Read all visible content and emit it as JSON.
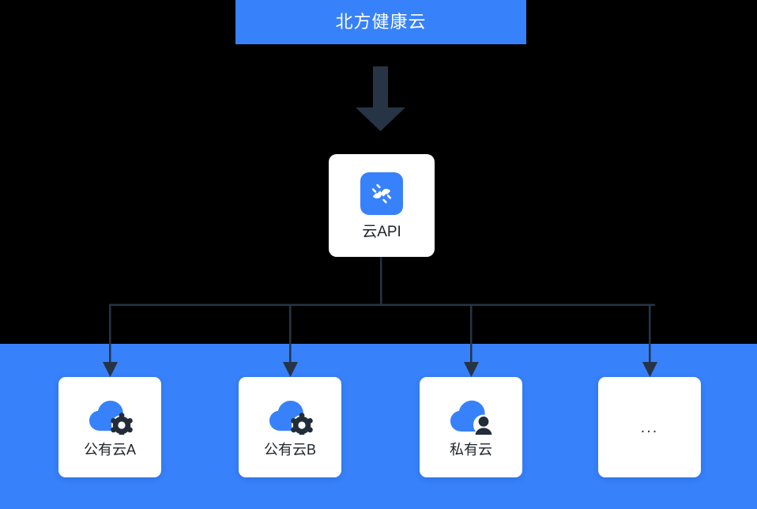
{
  "header": {
    "title": "北方健康云",
    "background_color": "#3781fb",
    "text_color": "#ffffff"
  },
  "flow": {
    "top_arrow": {
      "icon": "arrow-down-icon",
      "color": "#263445"
    },
    "connector_color": "#263445"
  },
  "api_node": {
    "label": "云API",
    "icon": "api-plug-icon",
    "icon_tile_color": "#3781fb",
    "card_color": "#ffffff",
    "label_color": "#1f2329"
  },
  "cloud_panel": {
    "background_color": "#3781fb",
    "cards": [
      {
        "label": "公有云A",
        "icon": "cloud-gear-icon",
        "cloud_color": "#3781fb",
        "badge_color": "#222d3a"
      },
      {
        "label": "公有云B",
        "icon": "cloud-gear-icon",
        "cloud_color": "#3781fb",
        "badge_color": "#222d3a"
      },
      {
        "label": "私有云",
        "icon": "cloud-user-icon",
        "cloud_color": "#3781fb",
        "badge_color": "#222d3a"
      },
      {
        "label": "...",
        "icon": "ellipsis-icon",
        "cloud_color": "#3781fb",
        "badge_color": "#222d3a"
      }
    ]
  }
}
